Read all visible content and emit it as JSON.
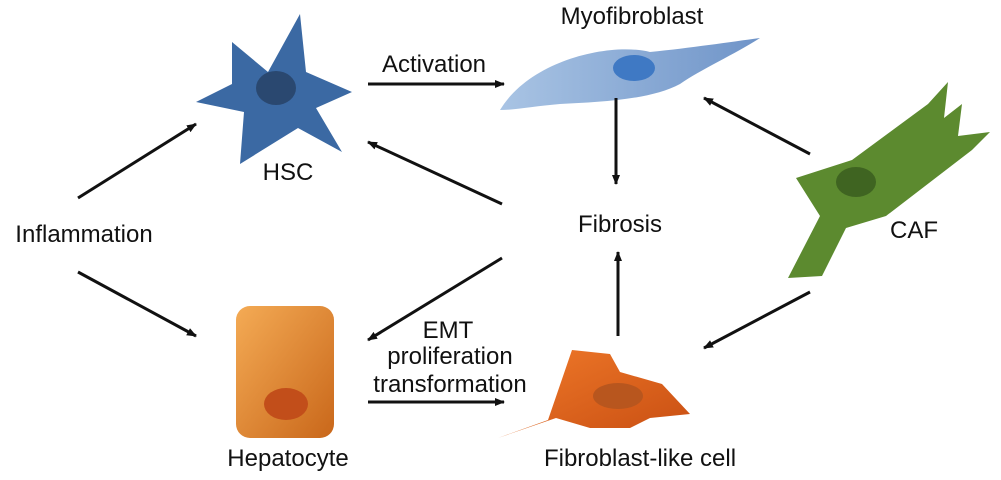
{
  "labels": {
    "myofibroblast": "Myofibroblast",
    "activation": "Activation",
    "hsc": "HSC",
    "inflammation": "Inflammation",
    "fibrosis": "Fibrosis",
    "caf": "CAF",
    "emt": "EMT",
    "proliferation": "proliferation",
    "transformation": "transformation",
    "hepatocyte": "Hepatocyte",
    "fibroblast_like_cell": "Fibroblast-like cell"
  },
  "colors": {
    "hsc": "#3b69a3",
    "hsc_nucleus": "#2a4870",
    "myofibroblast": "#8fb0d8",
    "myofibroblast_nucleus": "#3f79c4",
    "caf": "#5c8a2f",
    "caf_nucleus": "#3f6421",
    "hepatocyte_light": "#f0a04a",
    "hepatocyte_dark": "#c9671a",
    "hepatocyte_nucleus": "#c24e1a",
    "fibroblast_like": "#e0611c",
    "fibroblast_like_nucleus": "#b8561e",
    "arrow": "#111111"
  },
  "icons": {
    "hsc": "stellate-cell-icon",
    "myofibroblast": "myofibroblast-cell-icon",
    "caf": "caf-cell-icon",
    "hepatocyte": "hepatocyte-cell-icon",
    "fibroblast_like": "fibroblast-like-cell-icon"
  }
}
